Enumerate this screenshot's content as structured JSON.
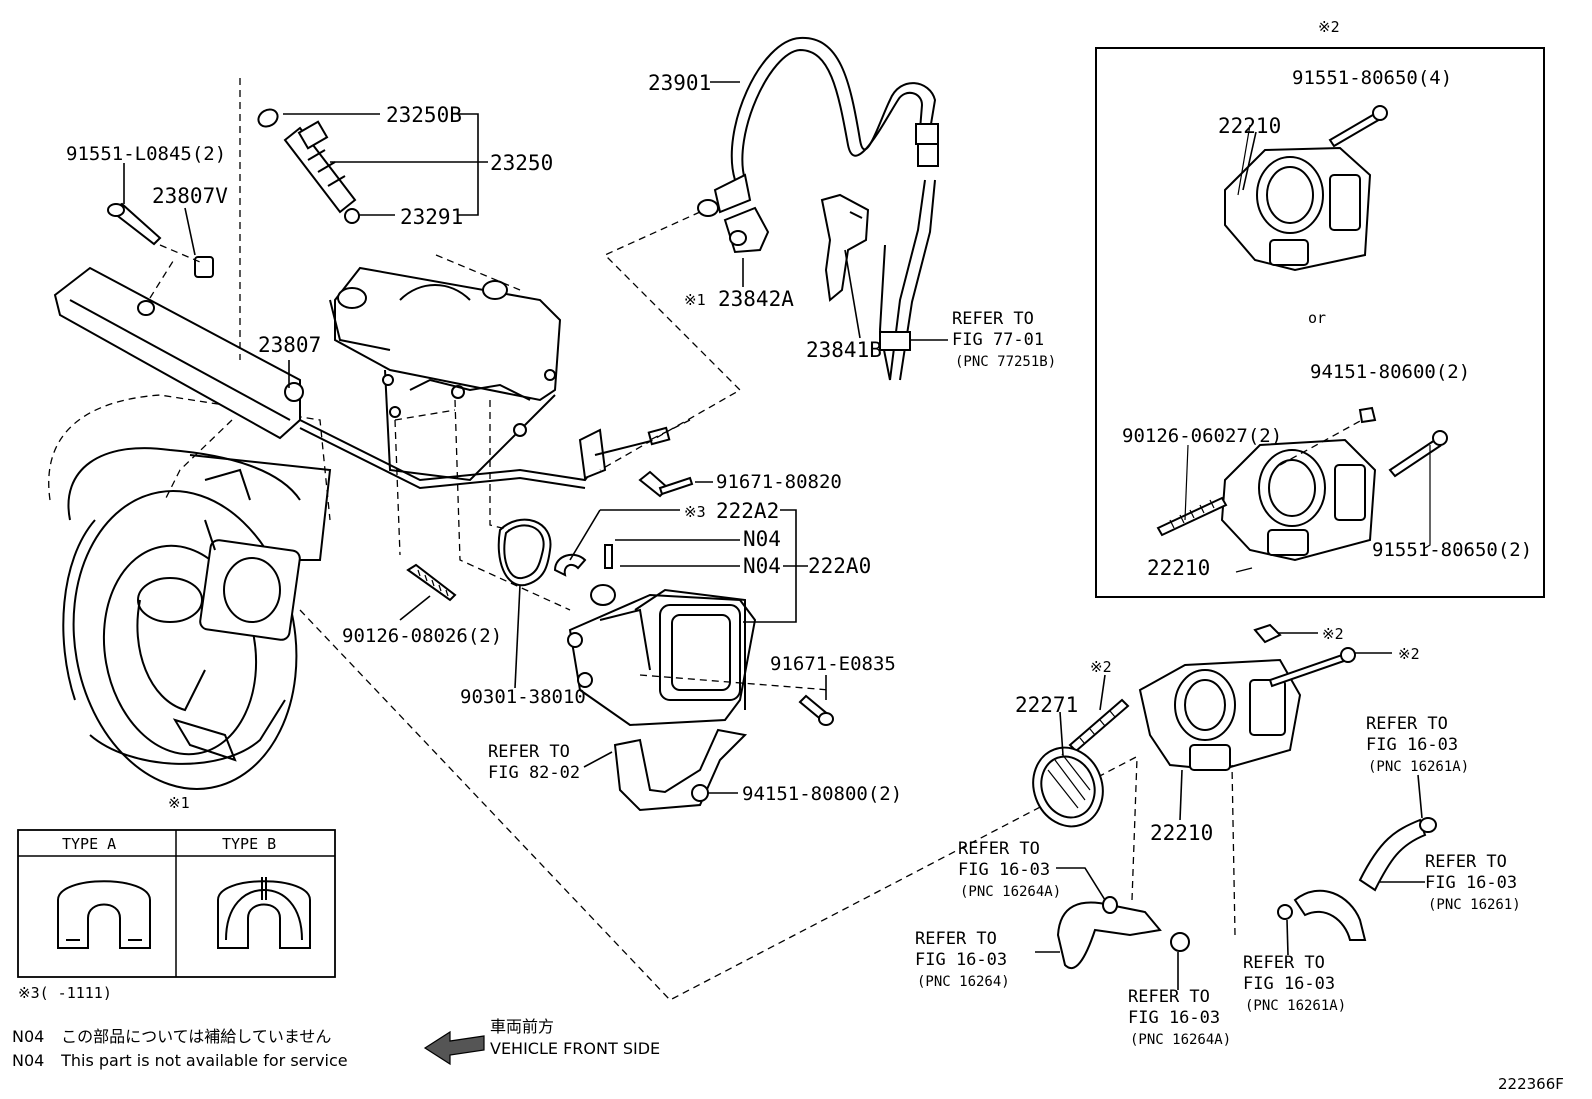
{
  "parts": {
    "p23901": "23901",
    "p23250B": "23250B",
    "p23250": "23250",
    "p23291": "23291",
    "p91551L": "91551-L0845(2)",
    "p23807V": "23807V",
    "p23807": "23807",
    "p23842A": "23842A",
    "p23842A_mark": "※1",
    "p23841B": "23841B",
    "p91671_80820": "91671-80820",
    "p222A2": "222A2",
    "p222A2_mark": "※3",
    "pN04a": "N04",
    "pN04b": "N04",
    "p222A0": "222A0",
    "p90126_08026": "90126-08026(2)",
    "p90301": "90301-38010",
    "p91671_E0835": "91671-E0835",
    "p94151_80800": "94151-80800(2)",
    "p22271": "22271",
    "p22210_main": "22210",
    "mark2_a": "※2",
    "mark2_b": "※2",
    "mark2_c": "※2"
  },
  "inset": {
    "mark": "※2",
    "p91551_80650_4": "91551-80650(4)",
    "p22210_top": "22210",
    "or": "or",
    "p94151_80600": "94151-80600(2)",
    "p90126_06027": "90126-06027(2)",
    "p91551_80650_2": "91551-80650(2)",
    "p22210_bottom": "22210"
  },
  "refs": {
    "r77": {
      "l1": "REFER TO",
      "l2": "FIG 77-01",
      "l3": "(PNC 77251B)"
    },
    "r82": {
      "l1": "REFER TO",
      "l2": "FIG 82-02"
    },
    "r16264A_top": {
      "l1": "REFER TO",
      "l2": "FIG 16-03",
      "l3": "(PNC 16264A)"
    },
    "r16264": {
      "l1": "REFER TO",
      "l2": "FIG 16-03",
      "l3": "(PNC 16264)"
    },
    "r16264A_bot": {
      "l1": "REFER TO",
      "l2": "FIG 16-03",
      "l3": "(PNC 16264A)"
    },
    "r16261A_top": {
      "l1": "REFER TO",
      "l2": "FIG 16-03",
      "l3": "(PNC 16261A)"
    },
    "r16261": {
      "l1": "REFER TO",
      "l2": "FIG 16-03",
      "l3": "(PNC 16261)"
    },
    "r16261A_bot": {
      "l1": "REFER TO",
      "l2": "FIG 16-03",
      "l3": "(PNC 16261A)"
    }
  },
  "type_table": {
    "mark": "※1",
    "type_a": "TYPE A",
    "type_b": "TYPE B",
    "footnote": "※3(     -1111)"
  },
  "notes": [
    {
      "code": "N04",
      "text": "この部品については補給していません"
    },
    {
      "code": "N04",
      "text": "This part is not available for service"
    }
  ],
  "direction": {
    "jp": "車両前方",
    "en": "VEHICLE FRONT SIDE"
  },
  "figure_id": "222366F"
}
